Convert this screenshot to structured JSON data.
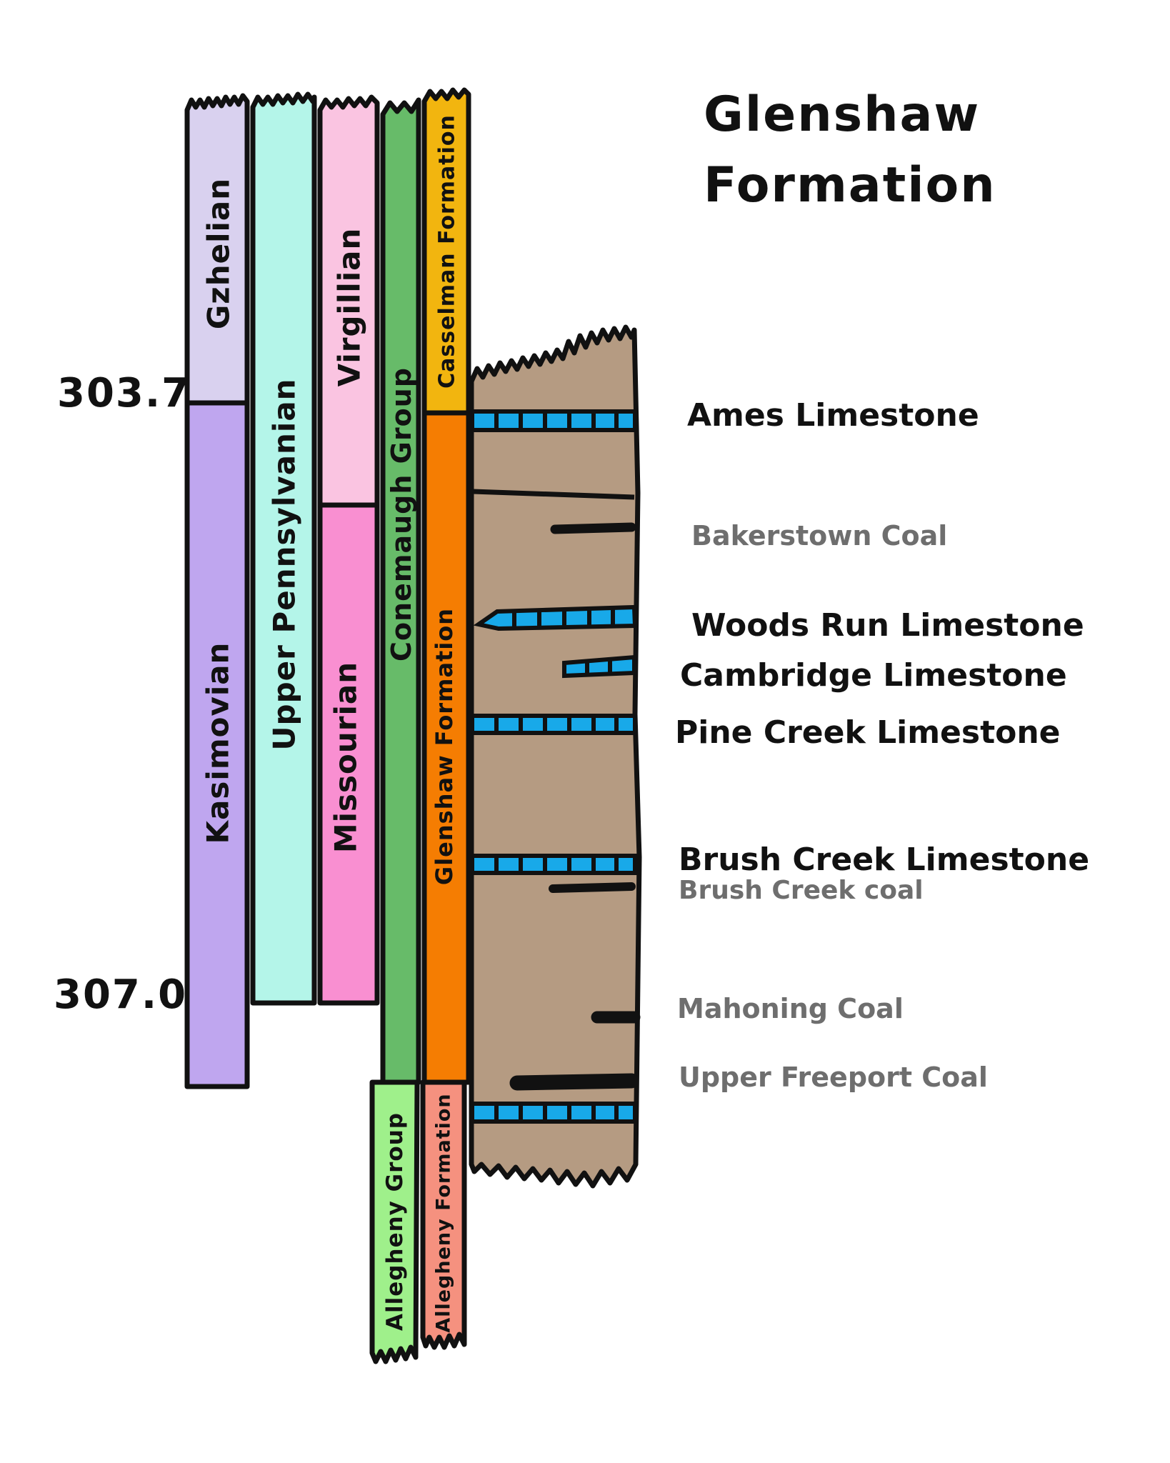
{
  "title": {
    "line1": "Glenshaw",
    "line2": "Formation"
  },
  "axis": {
    "top_age": "303.7",
    "bottom_age": "307.0"
  },
  "colors": {
    "gzhelian": "#d9d1ef",
    "kasimovian": "#bfa6ef",
    "upper_pennsylvanian": "#b4f5e9",
    "virgillian": "#fac4e1",
    "missourian": "#f98fd1",
    "conemaugh_group": "#67bb69",
    "casselman_formation": "#f2b50f",
    "glenshaw_formation": "#f57d02",
    "allegheny_group": "#9ff08b",
    "allegheny_formation": "#f5917f",
    "strat_column": "#b59b82",
    "limestone": "#18a9e9",
    "coal": "#111111",
    "outline": "#111111",
    "label_black": "#111111",
    "label_gray": "#6e6e6e"
  },
  "bars": {
    "gzhelian": {
      "label": "Gzhelian"
    },
    "kasimovian": {
      "label": "Kasimovian"
    },
    "upper_pennsylvanian": {
      "label": "Upper Pennsylvanian"
    },
    "virgillian": {
      "label": "Virgillian"
    },
    "missourian": {
      "label": "Missourian"
    },
    "conemaugh_group": {
      "label": "Conemaugh Group"
    },
    "casselman_formation": {
      "label": "Casselman Formation"
    },
    "glenshaw_formation": {
      "label": "Glenshaw Formation"
    },
    "allegheny_group": {
      "label": "Allegheny Group"
    },
    "allegheny_formation": {
      "label": "Allegheny Formation"
    }
  },
  "strat_column": {
    "markers": [
      {
        "label": "Ames Limestone",
        "kind": "limestone"
      },
      {
        "label": "Bakerstown Coal",
        "kind": "coal"
      },
      {
        "label": "Woods Run Limestone",
        "kind": "limestone"
      },
      {
        "label": "Cambridge Limestone",
        "kind": "limestone"
      },
      {
        "label": "Pine Creek Limestone",
        "kind": "limestone"
      },
      {
        "label": "Brush Creek Limestone",
        "kind": "limestone"
      },
      {
        "label": "Brush Creek coal",
        "kind": "coal"
      },
      {
        "label": "Mahoning Coal",
        "kind": "coal"
      },
      {
        "label": "Upper Freeport Coal",
        "kind": "coal"
      }
    ]
  }
}
